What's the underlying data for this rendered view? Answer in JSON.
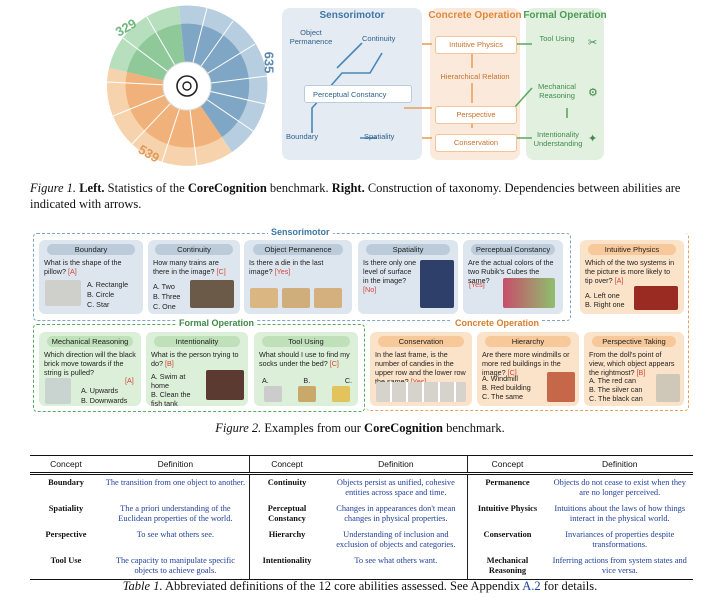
{
  "figure1": {
    "wheel": {
      "counts": [
        "329",
        "635",
        "539"
      ],
      "colors": {
        "green": "#8fc99a",
        "blue": "#7fa6c4",
        "orange": "#f0b27a"
      }
    },
    "stages": {
      "sensorimotor": {
        "title": "Sensorimotor",
        "nodes": [
          "Object Permanence",
          "Continuity",
          "Perceptual Constancy",
          "Boundary",
          "Spatiality"
        ]
      },
      "concrete": {
        "title": "Concrete Operation",
        "nodes": [
          "Intuitive Physics",
          "Hierarchical Relation",
          "Perspective",
          "Conservation"
        ]
      },
      "formal": {
        "title": "Formal Operation",
        "nodes": [
          "Tool Using",
          "Mechanical Reasoning",
          "Intentionality Understanding"
        ]
      }
    },
    "caption": {
      "label": "Figure 1.",
      "left": "Left.",
      "t1": " Statistics of the ",
      "bench": "CoreCognition",
      "t2": " benchmark. ",
      "right": "Right.",
      "t3": " Construction of taxonomy. Dependencies between abilities are indicated with arrows."
    }
  },
  "figure2": {
    "groups": {
      "sensorimotor": "Sensorimotor",
      "formal": "Formal Operation",
      "concrete": "Concrete Operation"
    },
    "cards": {
      "boundary": {
        "title": "Boundary",
        "q": "What is the shape of the pillow?",
        "ans": "[A]",
        "opts": [
          "A. Rectangle",
          "B. Circle",
          "C. Star"
        ]
      },
      "continuity": {
        "title": "Continuity",
        "q": "How many trains are there in the image?",
        "ans": "[C]",
        "opts": [
          "A. Two",
          "B. Three",
          "C. One"
        ]
      },
      "object_permanence": {
        "title": "Object Permanence",
        "q": "Is there a die in the last image?",
        "ans": "[Yes]"
      },
      "spatiality": {
        "title": "Spatiality",
        "q": "Is there only one level of surface in the image?",
        "ans": "[No]"
      },
      "perceptual_constancy": {
        "title": "Perceptual Constancy",
        "q": "Are the actual colors of the two Rubik's Cubes the same?",
        "ans": "[Yes]"
      },
      "intuitive_physics": {
        "title": "Intuitive Physics",
        "q": "Which of the two systems in the picture is more likely to tip over?",
        "ans": "[A]",
        "opts": [
          "A. Left one",
          "B. Right one"
        ]
      },
      "mechanical_reasoning": {
        "title": "Mechanical Reasoning",
        "q": "Which direction will the black brick move towards if the string is pulled?",
        "ans": "[A]",
        "opts": [
          "A. Upwards",
          "B. Downwards"
        ]
      },
      "intentionality": {
        "title": "Intentionality",
        "q": "What is the person trying to do?",
        "ans": "[B]",
        "opts": [
          "A. Swim at home",
          "B. Clean the fish tank"
        ]
      },
      "tool_using": {
        "title": "Tool Using",
        "q": "What should I use to find my socks under the bed?",
        "ans": "[C]",
        "opts": [
          "A.",
          "B.",
          "C."
        ]
      },
      "conservation": {
        "title": "Conservation",
        "q": "In the last frame, is the number of candies in the upper row and the lower row the same?",
        "ans": "[Yes]"
      },
      "hierarchy": {
        "title": "Hierarchy",
        "q": "Are there more windmills or more red buildings in the image?",
        "ans": "[C]",
        "opts": [
          "A. Windmill",
          "B. Red building",
          "C. The same"
        ]
      },
      "perspective_taking": {
        "title": "Perspective Taking",
        "q": "From the doll's point of view, which object appears the rightmost?",
        "ans": "[B]",
        "opts": [
          "A. The red can",
          "B. The silver can",
          "C. The black can"
        ]
      }
    },
    "caption": {
      "label": "Figure 2.",
      "t1": " Examples from our ",
      "bench": "CoreCognition",
      "t2": " benchmark."
    }
  },
  "table1": {
    "headers": [
      "Concept",
      "Definition",
      "Concept",
      "Definition",
      "Concept",
      "Definition"
    ],
    "rows": [
      [
        "Boundary",
        "The transition from one object to another.",
        "Continuity",
        "Objects persist as unified, cohesive entities across space and time.",
        "Permanence",
        "Objects do not cease to exist when they are no longer perceived."
      ],
      [
        "Spatiality",
        "The a priori understanding of the Euclidean properties of the world.",
        "Perceptual Constancy",
        "Changes in appearances don't mean changes in physical properties.",
        "Intuitive Physics",
        "Intuitions about the laws of how things interact in the physical world."
      ],
      [
        "Perspective",
        "To see what others see.",
        "Hierarchy",
        "Understanding of inclusion and exclusion of objects and categories.",
        "Conservation",
        "Invariances of properties despite transformations."
      ],
      [
        "Tool Use",
        "The capacity to manipulate specific objects to achieve goals.",
        "Intentionality",
        "To see what others want.",
        "Mechanical Reasoning",
        "Inferring actions from system states and vice versa."
      ]
    ],
    "caption": {
      "label": "Table 1.",
      "t1": " Abbreviated definitions of the 12 core abilities assessed. See Appendix ",
      "link": "A.2",
      "t2": " for details."
    }
  }
}
